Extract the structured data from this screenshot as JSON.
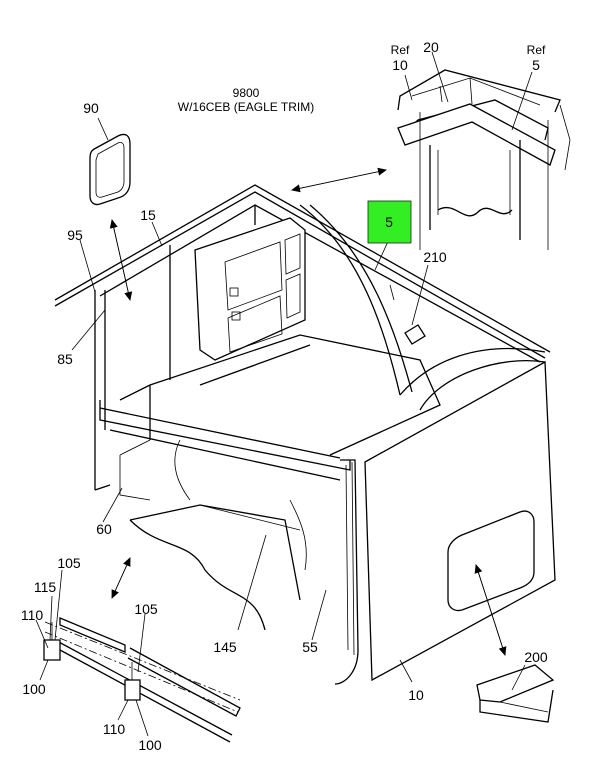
{
  "header": {
    "line1": "9800",
    "line2": "W/16CEB (EAGLE TRIM)"
  },
  "highlight": {
    "label": "5",
    "color": "#33ee22"
  },
  "callouts": {
    "c90": "90",
    "c15": "15",
    "c95": "95",
    "c85": "85",
    "c60": "60",
    "c105a": "105",
    "c115": "115",
    "c110a": "110",
    "c100a": "100",
    "c105b": "105",
    "c110b": "110",
    "c100b": "100",
    "c145": "145",
    "c55": "55",
    "c10": "10",
    "c200": "200",
    "c210": "210",
    "ref_left_word": "Ref",
    "ref_left_num": "10",
    "ref_top": "20",
    "ref_right_word": "Ref",
    "ref_right_num": "5"
  }
}
